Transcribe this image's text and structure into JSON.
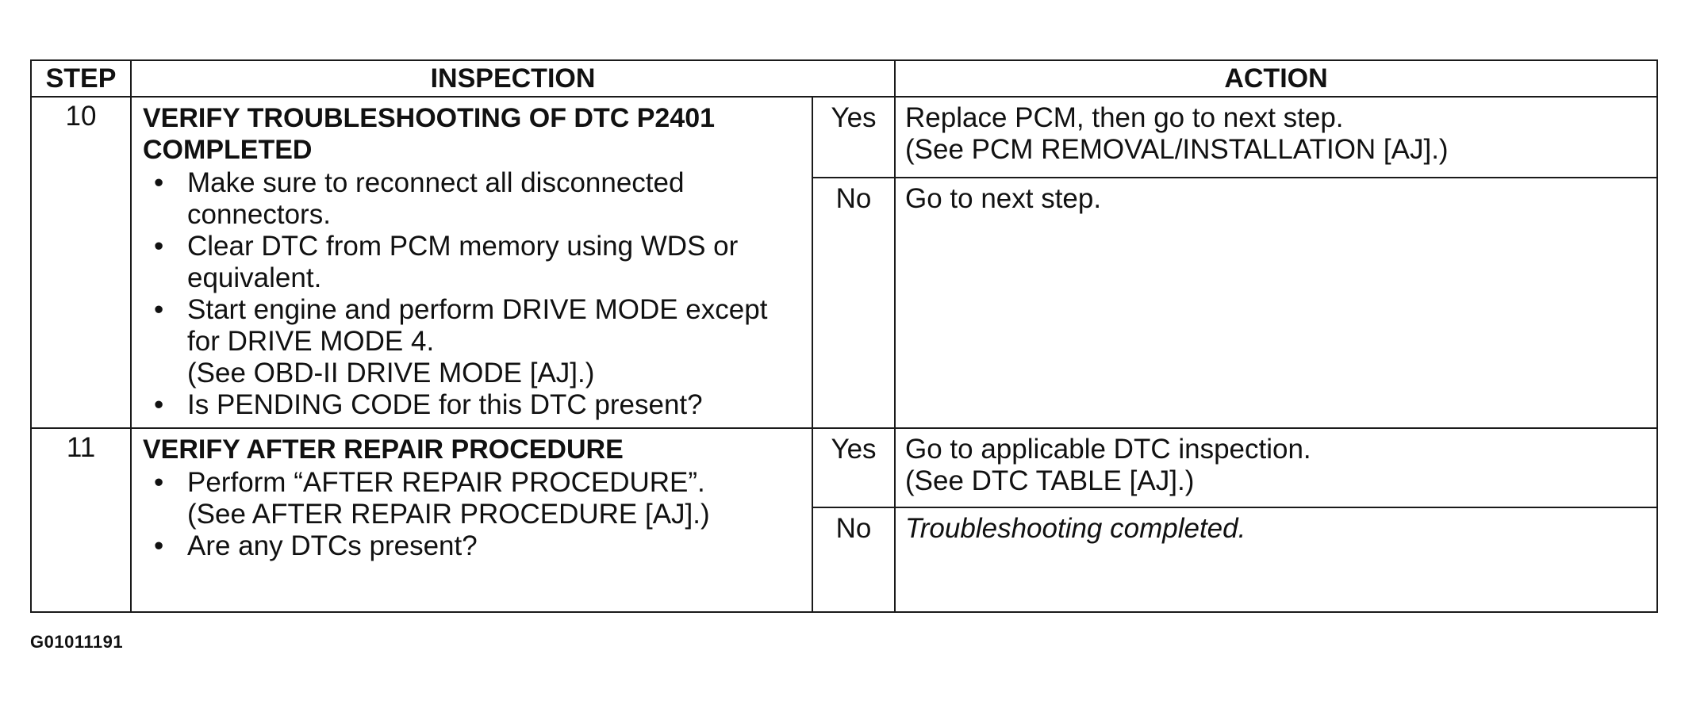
{
  "table": {
    "headers": {
      "step": "STEP",
      "inspection": "INSPECTION",
      "action": "ACTION"
    },
    "steps": [
      {
        "number": "10",
        "title_line1": "VERIFY TROUBLESHOOTING OF DTC P2401",
        "title_line2": "COMPLETED",
        "bullets": [
          {
            "bullet": "•",
            "lines": [
              "Make sure to reconnect all disconnected",
              "connectors."
            ]
          },
          {
            "bullet": "•",
            "lines": [
              "Clear DTC from PCM memory using WDS or",
              "equivalent."
            ]
          },
          {
            "bullet": "•",
            "lines": [
              "Start engine and perform DRIVE MODE except",
              "for DRIVE MODE 4.",
              "(See OBD-II DRIVE MODE [AJ].)"
            ]
          },
          {
            "bullet": "•",
            "lines": [
              "Is PENDING CODE for this DTC present?"
            ]
          }
        ],
        "outcomes": [
          {
            "answer": "Yes",
            "action_lines": [
              "Replace PCM, then go to next step.",
              "(See PCM REMOVAL/INSTALLATION [AJ].)"
            ]
          },
          {
            "answer": "No",
            "action_lines": [
              "Go to next step."
            ]
          }
        ]
      },
      {
        "number": "11",
        "title_line1": "VERIFY AFTER REPAIR PROCEDURE",
        "bullets": [
          {
            "bullet": "•",
            "lines": [
              "Perform “AFTER REPAIR PROCEDURE”.",
              "(See AFTER REPAIR PROCEDURE [AJ].)"
            ]
          },
          {
            "bullet": "•",
            "lines": [
              "Are any DTCs present?"
            ]
          }
        ],
        "outcomes": [
          {
            "answer": "Yes",
            "action_lines": [
              "Go to applicable DTC inspection.",
              "(See DTC TABLE [AJ].)"
            ]
          },
          {
            "answer": "No",
            "action_lines": [
              "Troubleshooting completed."
            ]
          }
        ]
      }
    ]
  },
  "figure_id": "G01011191"
}
